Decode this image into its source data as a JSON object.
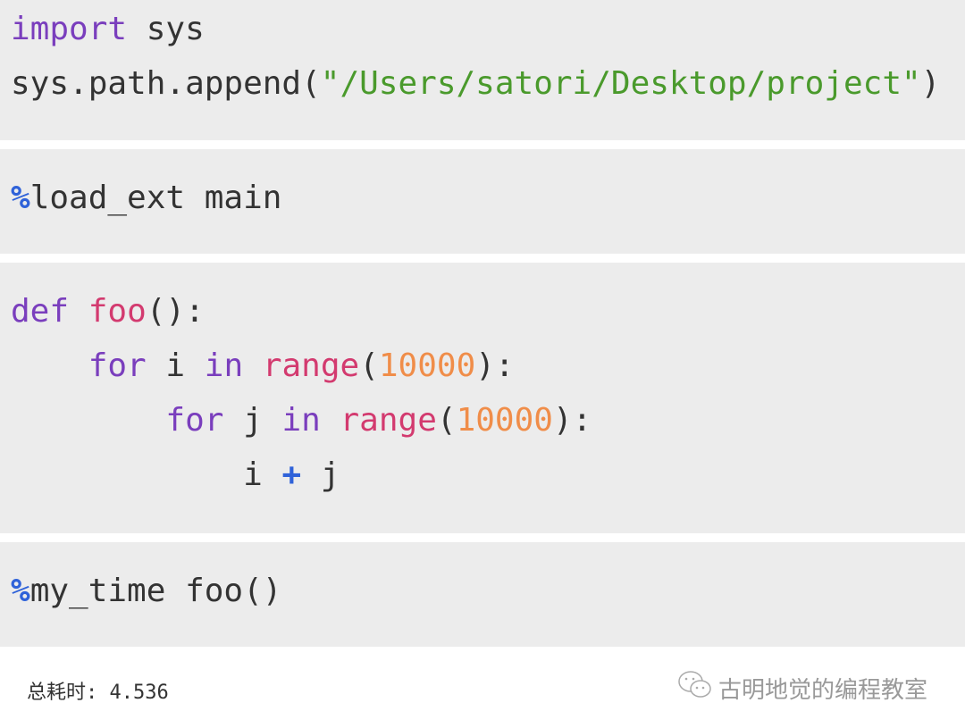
{
  "colors": {
    "keyword": "#7a3ebd",
    "function": "#d33a6f",
    "number": "#f08d49",
    "string": "#4a9a2c",
    "magic": "#2f62d9",
    "text": "#333333",
    "cell_bg": "#ececec"
  },
  "cells": [
    {
      "lines": [
        [
          {
            "t": "kw",
            "v": "import"
          },
          {
            "t": "text",
            "v": " sys"
          }
        ],
        [
          {
            "t": "text",
            "v": "sys.path.append("
          },
          {
            "t": "str",
            "v": "\"/Users/satori/Desktop/project\""
          },
          {
            "t": "text",
            "v": ")"
          }
        ]
      ]
    },
    {
      "lines": [
        [
          {
            "t": "magic",
            "v": "%"
          },
          {
            "t": "text",
            "v": "load_ext main"
          }
        ]
      ]
    },
    {
      "lines": [
        [
          {
            "t": "kw",
            "v": "def"
          },
          {
            "t": "text",
            "v": " "
          },
          {
            "t": "fn",
            "v": "foo"
          },
          {
            "t": "text",
            "v": "():"
          }
        ],
        [
          {
            "t": "text",
            "v": "    "
          },
          {
            "t": "kw",
            "v": "for"
          },
          {
            "t": "text",
            "v": " i "
          },
          {
            "t": "kw",
            "v": "in"
          },
          {
            "t": "text",
            "v": " "
          },
          {
            "t": "fn",
            "v": "range"
          },
          {
            "t": "text",
            "v": "("
          },
          {
            "t": "num",
            "v": "10000"
          },
          {
            "t": "text",
            "v": "):"
          }
        ],
        [
          {
            "t": "text",
            "v": "        "
          },
          {
            "t": "kw",
            "v": "for"
          },
          {
            "t": "text",
            "v": " j "
          },
          {
            "t": "kw",
            "v": "in"
          },
          {
            "t": "text",
            "v": " "
          },
          {
            "t": "fn",
            "v": "range"
          },
          {
            "t": "text",
            "v": "("
          },
          {
            "t": "num",
            "v": "10000"
          },
          {
            "t": "text",
            "v": "):"
          }
        ],
        [
          {
            "t": "text",
            "v": "            i "
          },
          {
            "t": "op",
            "v": "+"
          },
          {
            "t": "text",
            "v": " j"
          }
        ]
      ]
    },
    {
      "lines": [
        [
          {
            "t": "magic",
            "v": "%"
          },
          {
            "t": "text",
            "v": "my_time foo()"
          }
        ]
      ]
    }
  ],
  "output": {
    "text": "总耗时: 4.536"
  },
  "watermark": {
    "icon": "wechat-icon",
    "text": "古明地觉的编程教室"
  }
}
